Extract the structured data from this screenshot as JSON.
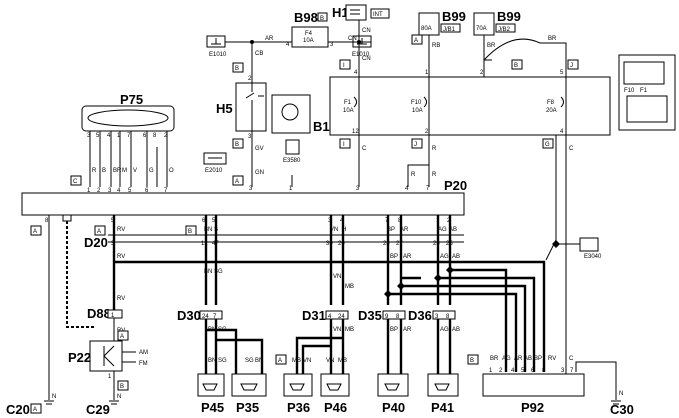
{
  "components": {
    "P75": "P75",
    "P20": "P20",
    "H5": "H5",
    "B1": "B1",
    "H1": "H1",
    "B98": "B98",
    "B99a": "B99",
    "B99b": "B99",
    "D20": "D20",
    "D88": "D88",
    "P22": "P22",
    "D30": "D30",
    "D31": "D31",
    "D35": "D35",
    "D36": "D36",
    "C20": "C20",
    "C29": "C29",
    "C30": "C30",
    "P45": "P45",
    "P35": "P35",
    "P36": "P36",
    "P46": "P46",
    "P40": "P40",
    "P41": "P41",
    "P92": "P92"
  },
  "grounds": {
    "E1010a": "E1010",
    "E1010b": "E1010",
    "E2010": "E2010",
    "E3580": "E3580",
    "E3040": "E3040"
  },
  "fuses": {
    "f1": [
      "F1",
      "10A"
    ],
    "f10": [
      "F10",
      "10A"
    ],
    "f8": [
      "F8",
      "20A"
    ],
    "f4": [
      "F4",
      "10A"
    ],
    "b99a": "80A",
    "b99b": "70A"
  },
  "connectors": {
    "b98_1": "B",
    "b98_2": "J/B1",
    "b98_3": "J/B2",
    "int": "INT",
    "a_top": "A",
    "b_top": "B",
    "i_top": "I",
    "j_top": "J",
    "b_h5a": "B",
    "b_h5b": "B",
    "i_mid": "I",
    "j_mid": "J",
    "g_mid": "G",
    "c_p20": "C",
    "a_p20": "A",
    "a_left": "A",
    "b_d20": "B",
    "a_d20": "A",
    "a_p22": "A",
    "b_p22": "B",
    "a_p36": "A",
    "b_p92": "B",
    "a_c20": "A"
  },
  "wires": {
    "AR": "AR",
    "CN": "CN",
    "CB": "CB",
    "RB": "RB",
    "BR": "BR",
    "GV": "GV",
    "GN": "GN",
    "C": "C",
    "R": "R",
    "RV": "RV",
    "BN": "BN",
    "SG": "SG",
    "VN": "VN",
    "MB": "MB",
    "BP": "BP",
    "AG": "AG",
    "AB": "AB",
    "S": "S",
    "H": "H",
    "B": "B",
    "M": "M",
    "V": "V",
    "G": "G",
    "O": "O",
    "N": "N"
  },
  "p75_pins": [
    "3",
    "5",
    "4",
    "1",
    "7",
    "6",
    "8",
    "2"
  ],
  "p75_wires": [
    "R",
    "B",
    "BR",
    "M",
    "V",
    "G",
    "O"
  ],
  "p75_bottom": [
    "1",
    "2",
    "3",
    "4",
    "5",
    "6",
    "7"
  ],
  "p20_top": [
    "5",
    "6",
    "5",
    "3",
    "4",
    "7",
    "8",
    "1",
    "2"
  ],
  "d20_top": [
    "3",
    "12",
    "47",
    "30",
    "20",
    "28",
    "27",
    "26",
    "25"
  ],
  "d30_pins": [
    "24",
    "7"
  ],
  "d31_pins": [
    "4",
    "24"
  ],
  "d35_pins": [
    "9",
    "8"
  ],
  "d36_pins": [
    "3",
    "8"
  ],
  "p92_pins": [
    "1",
    "2",
    "4",
    "5",
    "6",
    "8",
    "3",
    "7"
  ],
  "p92_wires": [
    "BR",
    "AG",
    "AR",
    "AB",
    "BP",
    "RV",
    "C"
  ],
  "p22_labels": [
    "AM",
    "FM"
  ],
  "p22_pins": [
    "1",
    "2"
  ],
  "top_pins": [
    "4",
    "3",
    "1",
    "2",
    "5",
    "12",
    "2",
    "4",
    "6"
  ],
  "misc_pins": [
    "8",
    "9",
    "12",
    "7",
    "1",
    "3"
  ],
  "fuse_pins": [
    "4",
    "1",
    "2",
    "3"
  ]
}
